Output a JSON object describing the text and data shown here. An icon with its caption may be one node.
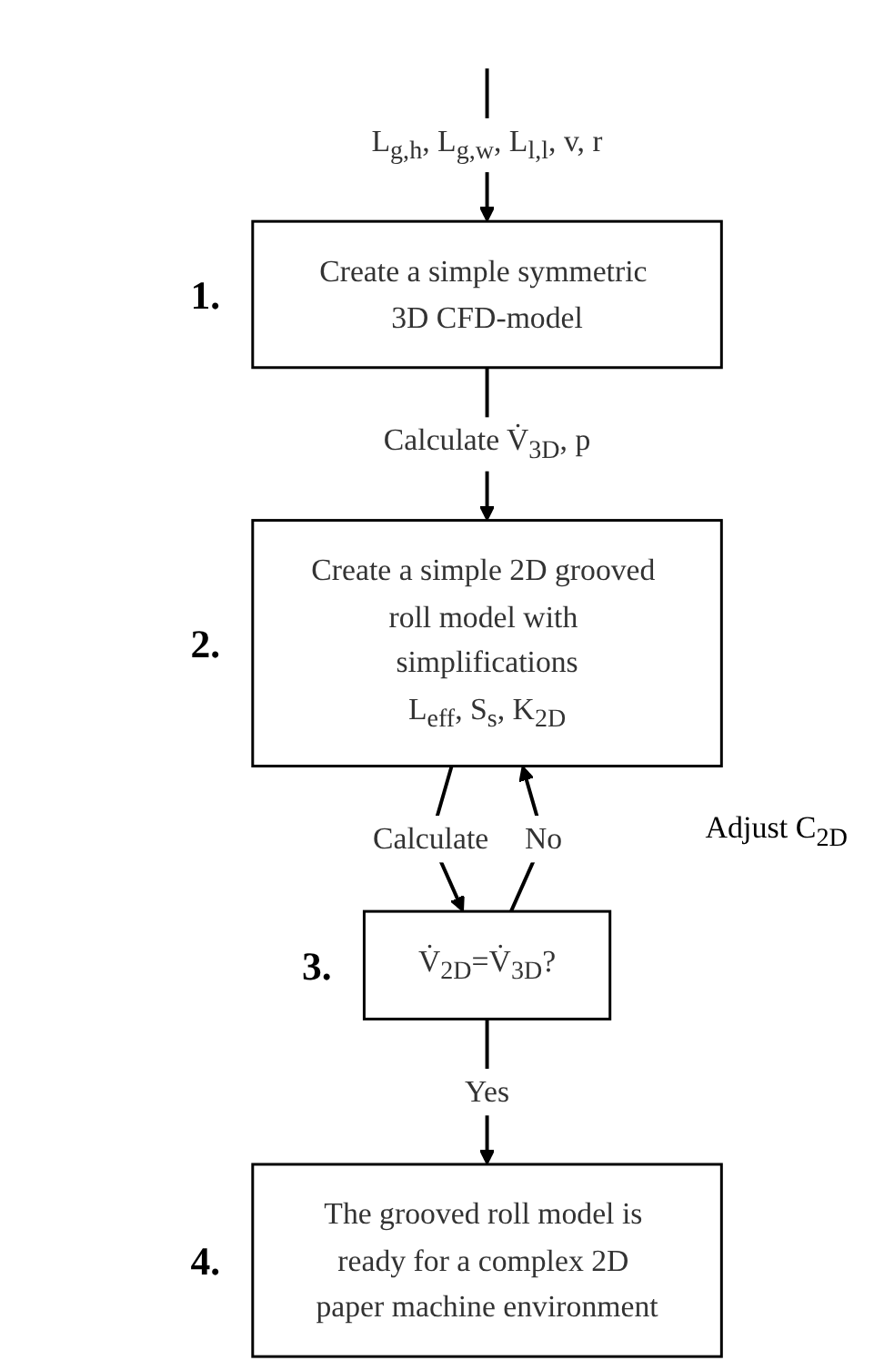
{
  "diagram": {
    "nodes": [
      {
        "text": [
          "Create a simple symmetric 3D CFD-model"
        ],
        "beside": [
          "1."
        ]
      },
      {
        "text": [
          "Create a simple 2D grooved roll model with simplifications",
          "L$_{eff}$, S$_{s}$, K$_{2D}$"
        ],
        "beside": [
          "2."
        ]
      },
      {
        "text": [
          "V̇$_{2D}$=V̇$_{3D}$?"
        ],
        "beside": [
          "3."
        ]
      },
      {
        "text": [
          "The grooved roll model is ready for a complex 2D paper machine environment"
        ],
        "beside": [
          "4."
        ]
      }
    ],
    "edges": [
      {
        "from": null,
        "to": 0,
        "arrow": "to",
        "label": "L$_{g,h}$, L$_{g,w}$, L$_{l,l}$, v, r"
      },
      {
        "from": 0,
        "to": 1,
        "arrow": "to",
        "label": "Calculate V̇$_{3D}$, p"
      },
      {
        "from": 1,
        "to": 2,
        "arrow": "to",
        "label": "Calculate"
      },
      {
        "from": 2,
        "to": 1,
        "arrow": "to",
        "label": "No"
      },
      {
        "from": 2,
        "to": 3,
        "arrow": "to",
        "label": "Yes"
      }
    ],
    "labels": [
      "Adjust C$_{2D}$"
    ]
  }
}
